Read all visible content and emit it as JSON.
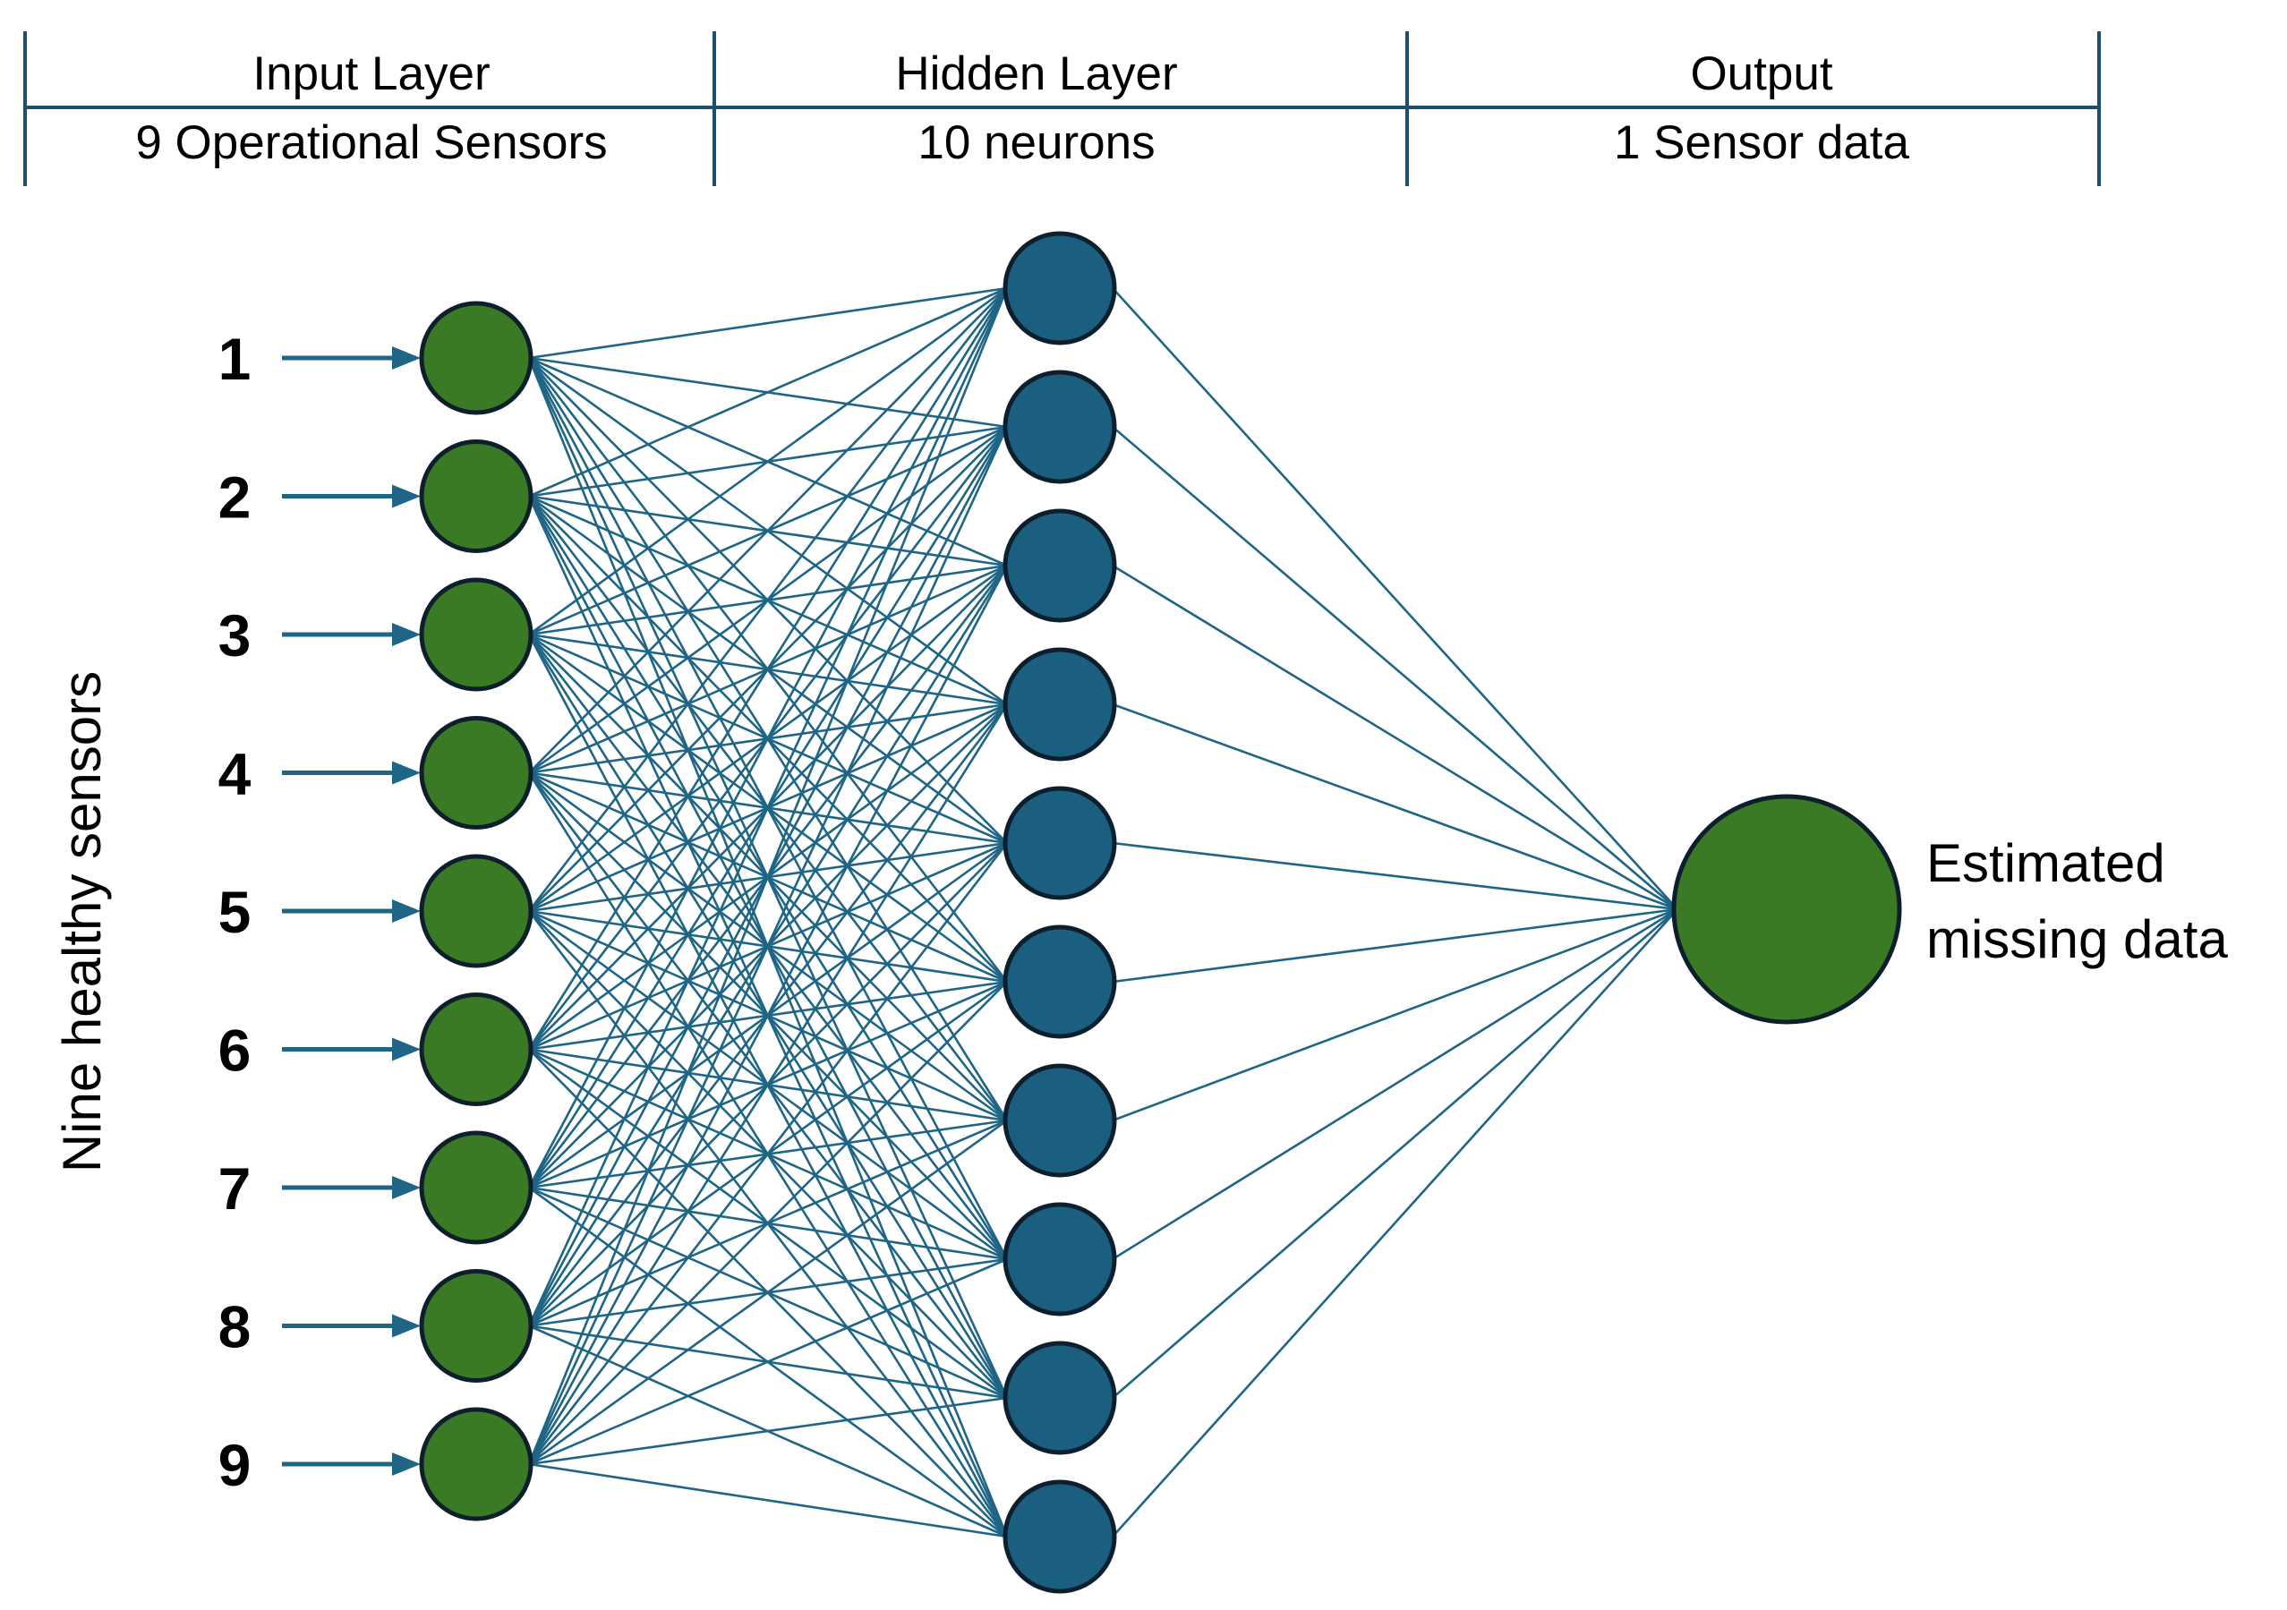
{
  "header": {
    "columns": [
      {
        "title": "Input Layer",
        "subtitle": "9 Operational Sensors"
      },
      {
        "title": "Hidden Layer",
        "subtitle": "10 neurons"
      },
      {
        "title": "Output",
        "subtitle": "1 Sensor data"
      }
    ]
  },
  "side_label": "Nine healthy sensors",
  "input_labels": [
    "1",
    "2",
    "3",
    "4",
    "5",
    "6",
    "7",
    "8",
    "9"
  ],
  "network": {
    "input_count": 9,
    "hidden_count": 10,
    "output_count": 1
  },
  "output_label": {
    "line1": "Estimated",
    "line2": "missing data"
  },
  "colors": {
    "input_node": "#3b7a24",
    "hidden_node": "#1a5f80",
    "output_node": "#3b7a24",
    "connection": "#1f6585",
    "arrow": "#1f6585",
    "node_outline": "#0d1f2d",
    "header_rule": "#1f4f6e"
  }
}
